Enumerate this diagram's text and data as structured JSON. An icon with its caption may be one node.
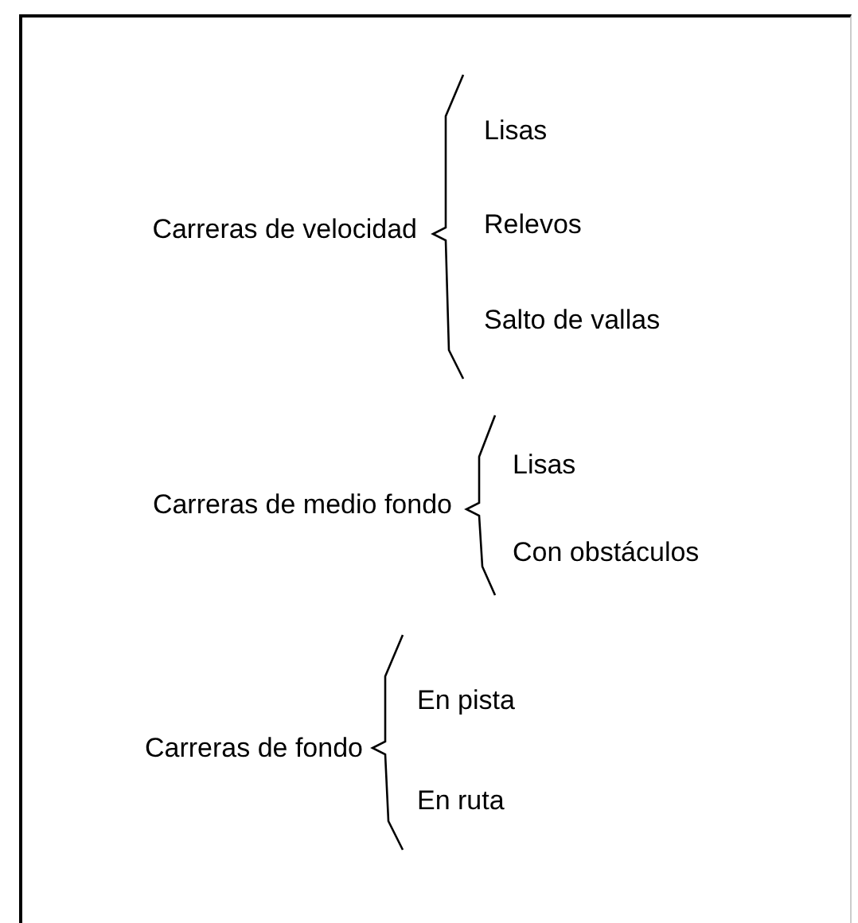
{
  "diagram": {
    "labels": [
      "Carreras de velocidad",
      "Lisas",
      "Relevos",
      "Salto de vallas",
      "Carreras de medio fondo",
      "Lisas",
      "Con obstáculos",
      "Carreras de fondo",
      "En pista",
      "En ruta"
    ]
  }
}
